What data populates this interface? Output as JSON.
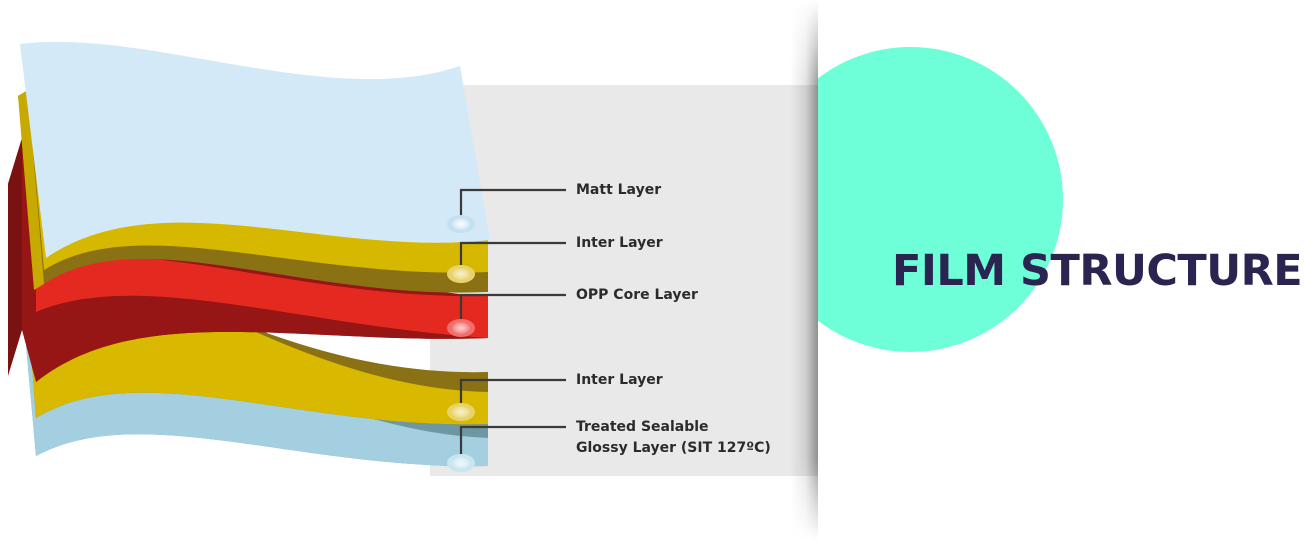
{
  "title": "FILM STRUCTURE",
  "colors": {
    "title": "#2b2350",
    "accent_circle": "#6effd9",
    "panel_grey": "#e9e9e9",
    "matt_layer": "#d3e9f7",
    "inter_layer": "#d6b800",
    "core_layer": "#e32621",
    "glossy_layer": "#9fcde0"
  },
  "layers": [
    {
      "id": "matt",
      "label_line1": "Matt Layer",
      "label_line2": ""
    },
    {
      "id": "inter_top",
      "label_line1": "Inter Layer",
      "label_line2": ""
    },
    {
      "id": "core",
      "label_line1": "OPP Core Layer",
      "label_line2": ""
    },
    {
      "id": "inter_bottom",
      "label_line1": "Inter Layer",
      "label_line2": ""
    },
    {
      "id": "glossy",
      "label_line1": "Treated Sealable",
      "label_line2": "Glossy Layer (SIT 127ºC)"
    }
  ]
}
